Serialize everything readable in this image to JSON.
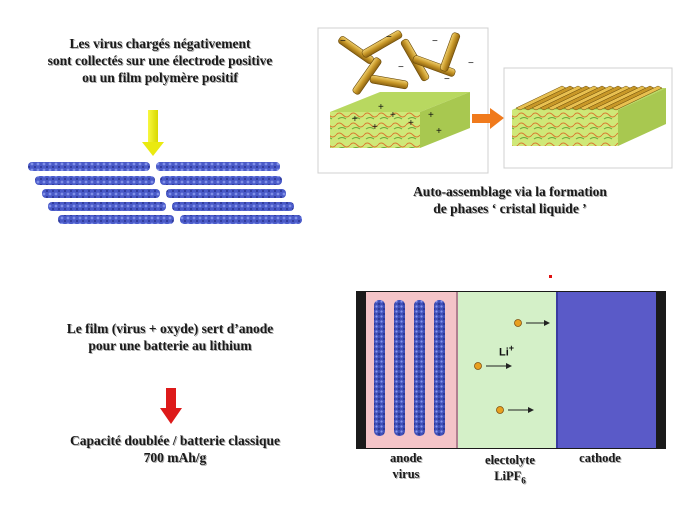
{
  "text_top_left": [
    "Les virus chargés négativement",
    "sont collectés sur une électrode positive",
    "ou un  film polymère positif"
  ],
  "text_top_right": [
    "Auto-assemblage via la formation",
    "de phases ‘ cristal liquide ’"
  ],
  "text_mid_left": [
    "Le film (virus + oxyde) sert d’anode",
    "pour une batterie au lithium"
  ],
  "text_bottom_left": [
    "Capacité doublée / batterie classique",
    "700 mAh/g"
  ],
  "battery": {
    "anode_label": [
      "anode",
      "virus"
    ],
    "electrolyte_label": "electolyte",
    "electrolyte_formula": "LiPF",
    "electrolyte_subscript": "6",
    "cathode_label": "cathode",
    "ion_label": "Li",
    "ion_charge": "+"
  },
  "colors": {
    "arrow_yellow": "#f2f20a",
    "arrow_orange": "#f07a1c",
    "arrow_red": "#dd1a1a",
    "virus_blue": "#4a5ac8",
    "anode_pink": "#f4c4c8",
    "electrolyte_green": "#d4f0c8",
    "cathode_blue": "#5a5ac8",
    "film_green": "#c8e86a",
    "rod_gold": "#c8a030"
  }
}
